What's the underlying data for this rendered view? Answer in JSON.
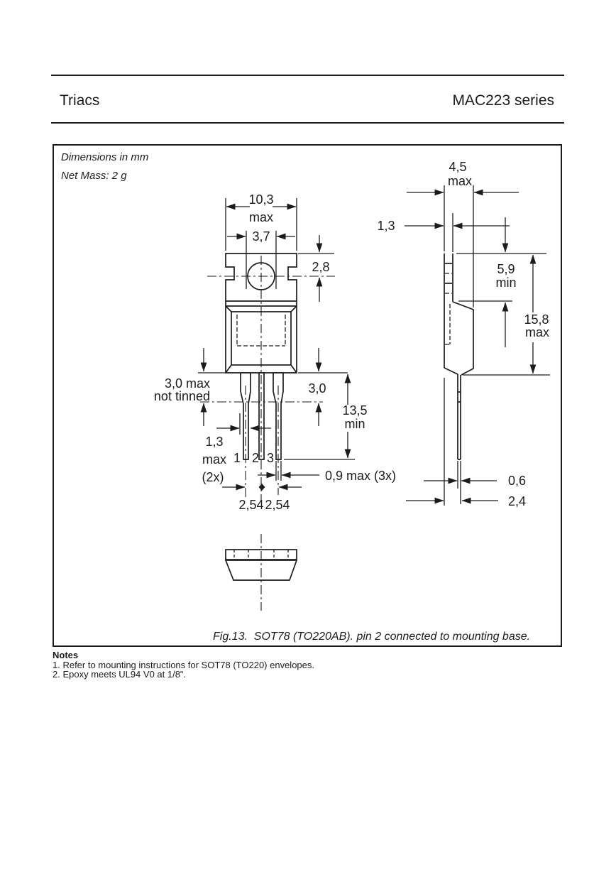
{
  "header": {
    "left_title": "Triacs",
    "right_title": "MAC223 series"
  },
  "figure": {
    "dimensions_note": "Dimensions in mm",
    "net_mass_note": "Net Mass: 2 g",
    "caption": "Fig.13.  SOT78 (TO220AB). pin 2 connected to mounting base.",
    "front_view": {
      "body_width": "10,3",
      "body_width_qual": "max",
      "hole_diameter": "3,7",
      "hole_center_offset": "2,8",
      "lead_top_note_line1": "3,0 max",
      "lead_top_note_line2": "not tinned",
      "lead_top_length": "3,0",
      "lead_length": "13,5",
      "lead_length_qual": "min",
      "lead_width_upper": "1,3",
      "lead_width_upper_qual": "max",
      "lead_width_upper_count": "(2x)",
      "lead_width_lower": "0,9 max (3x)",
      "pitch_1": "2,54",
      "pitch_2": "2,54",
      "pin_labels": [
        "1",
        "2",
        "3"
      ]
    },
    "side_view": {
      "body_depth": "4,5",
      "body_depth_qual": "max",
      "tab_thickness": "1,3",
      "tab_height": "5,9",
      "tab_height_qual": "min",
      "overall_height": "15,8",
      "overall_height_qual": "max",
      "lead_thickness": "0,6",
      "lead_offset": "2,4"
    }
  },
  "notes": {
    "title": "Notes",
    "items": [
      "1. Refer to mounting instructions for SOT78 (TO220) envelopes.",
      "2. Epoxy meets UL94 V0 at 1/8\"."
    ]
  }
}
